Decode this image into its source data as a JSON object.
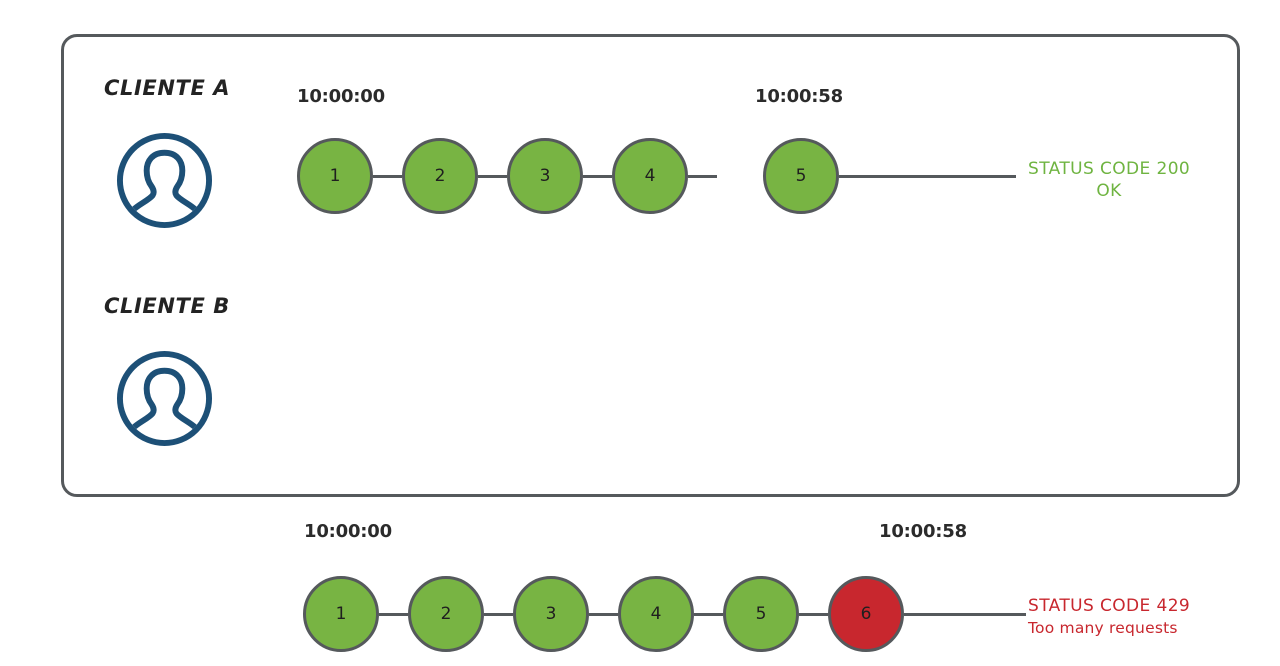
{
  "diagram": {
    "title": "Rate limiting diagram: two clients with request sequences and HTTP status codes",
    "frame_color": "#55595c",
    "colors": {
      "node_ok": "#78b443",
      "node_error": "#c8272e",
      "node_stroke": "#55595c",
      "link": "#55595c",
      "avatar": "#1d5077",
      "status_ok_text": "#6fb441",
      "status_error_text": "#c8272e",
      "label_text": "#232323",
      "timestamp_text": "#2b2b2b"
    },
    "rows": [
      {
        "id": "client-a",
        "label": "CLIENTE A",
        "avatar_icon": "user-avatar-icon",
        "start_time": "10:00:00",
        "end_time": "10:00:58",
        "nodes": [
          {
            "n": "1",
            "state": "ok"
          },
          {
            "n": "2",
            "state": "ok"
          },
          {
            "n": "3",
            "state": "ok"
          },
          {
            "n": "4",
            "state": "ok"
          },
          {
            "n": "5",
            "state": "ok"
          }
        ],
        "status": {
          "code_line": "STATUS CODE 200",
          "message_line": "OK",
          "state": "ok"
        }
      },
      {
        "id": "client-b",
        "label": "CLIENTE B",
        "avatar_icon": "user-avatar-icon",
        "start_time": "10:00:00",
        "end_time": "10:00:58",
        "nodes": [
          {
            "n": "1",
            "state": "ok"
          },
          {
            "n": "2",
            "state": "ok"
          },
          {
            "n": "3",
            "state": "ok"
          },
          {
            "n": "4",
            "state": "ok"
          },
          {
            "n": "5",
            "state": "ok"
          },
          {
            "n": "6",
            "state": "error"
          }
        ],
        "status": {
          "code_line": "STATUS CODE 429",
          "message_line": "Too many requests",
          "state": "error"
        }
      }
    ]
  }
}
